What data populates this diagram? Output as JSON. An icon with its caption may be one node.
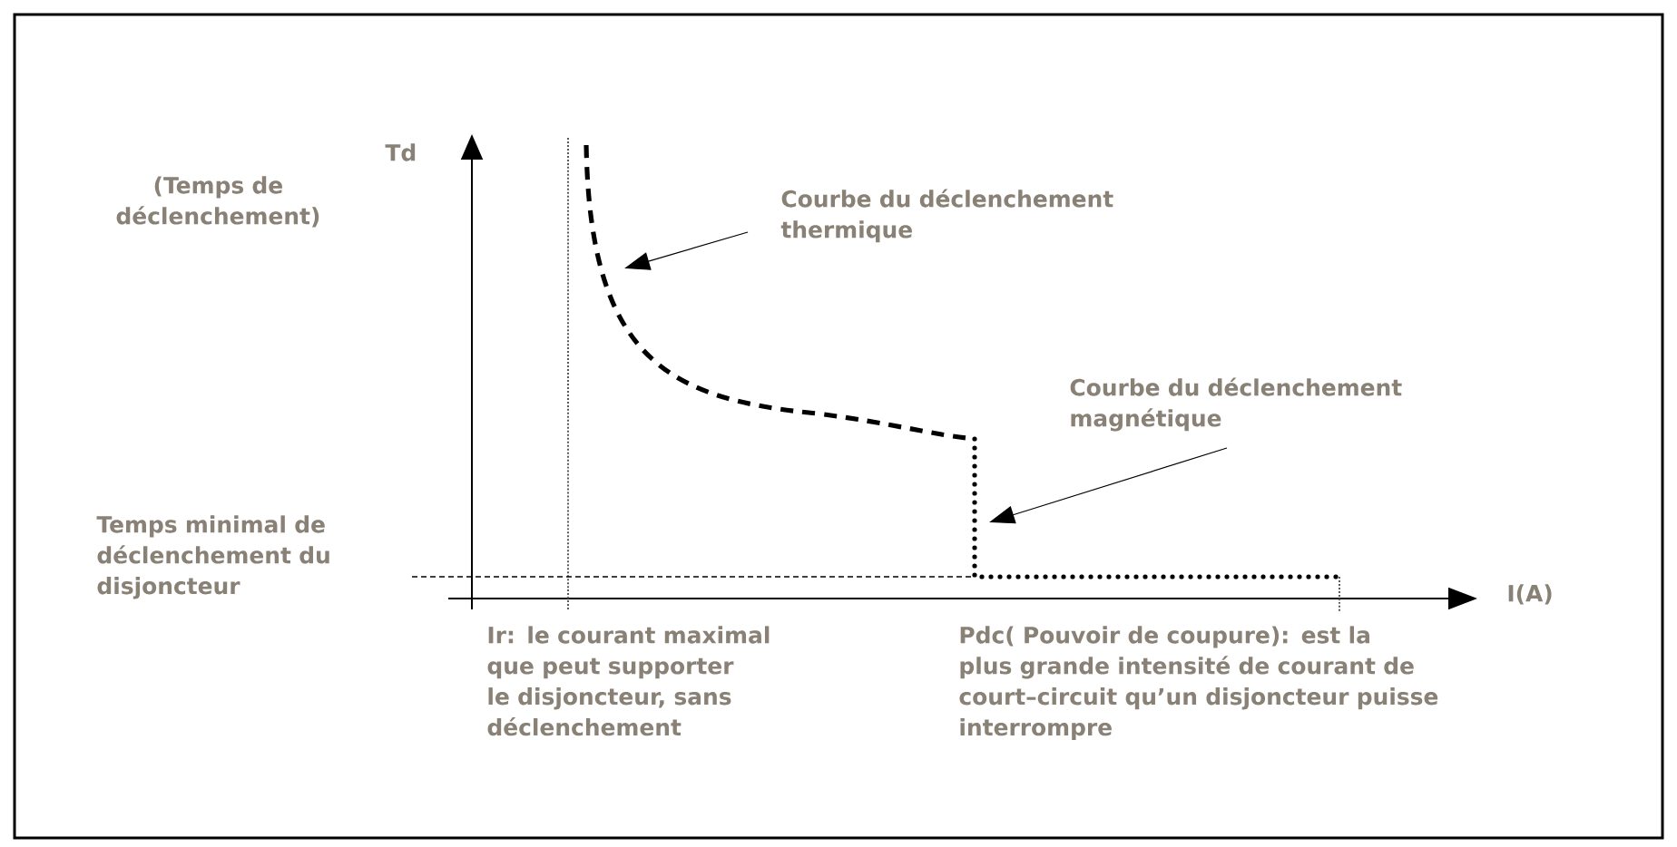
{
  "diagram": {
    "nodes": [
      {
        "text": [
          "Courbe du déclenchement thermique"
        ]
      },
      {
        "text": [
          "Courbe du déclenchement magnétique"
        ]
      }
    ],
    "edges": [
      {
        "from": 0,
        "to": null,
        "arrow": "to"
      },
      {
        "from": 1,
        "to": null,
        "arrow": "to"
      }
    ],
    "labels": [
      "Td",
      "(Temps de déclenchement)",
      "Temps minimal de déclenchement du disjoncteur",
      "I(A)",
      "Ir:  le courant maximal que peut supporter le disjoncteur, sans déclenchement",
      "Pdc( Pouvoir de coupure): est la plus grande intensité de courant de court–circuit qu’un disjoncteur puisse interrompre"
    ]
  }
}
